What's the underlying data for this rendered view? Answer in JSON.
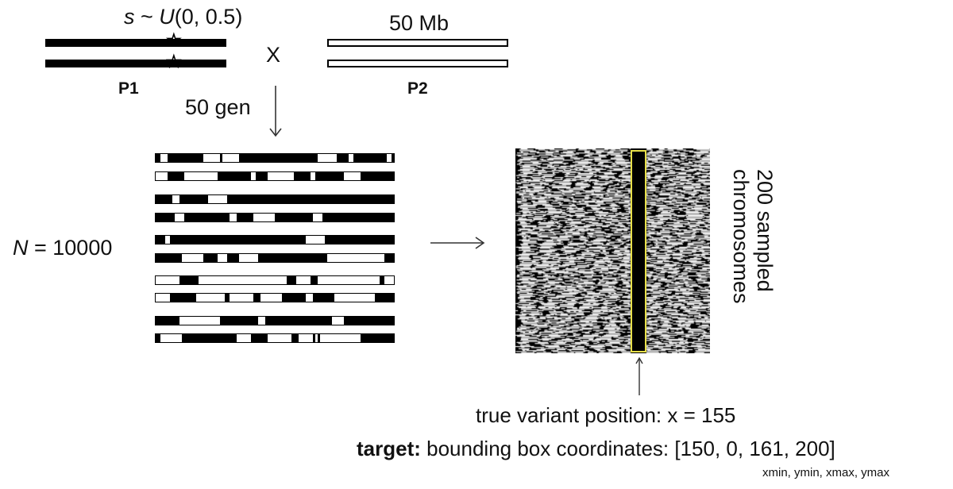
{
  "parents": {
    "selection_formula_s": "s",
    "selection_formula_rest": " ~ ",
    "selection_formula_U": "U",
    "selection_formula_args": "(0, 0.5)",
    "cross_symbol": "X",
    "length_label": "50 Mb",
    "p1_label": "P1",
    "p2_label": "P2",
    "p1_marker_icon": "star-icon",
    "p1_marker_glyph": "☆"
  },
  "process": {
    "generations_label": "50 gen",
    "population_label_N": "N",
    "population_label_value": " = 10000"
  },
  "recombinant_chromosomes": [
    [
      [
        0.02,
        0.05
      ],
      [
        0.2,
        0.27
      ],
      [
        0.28,
        0.35
      ],
      [
        0.68,
        0.76
      ],
      [
        0.81,
        0.83
      ],
      [
        0.97,
        0.99
      ]
    ],
    [
      [
        0.0,
        0.05
      ],
      [
        0.12,
        0.26
      ],
      [
        0.4,
        0.42
      ],
      [
        0.47,
        0.58
      ],
      [
        0.65,
        0.67
      ],
      [
        0.79,
        0.86
      ]
    ],
    [
      [
        0.07,
        0.1
      ],
      [
        0.22,
        0.3
      ]
    ],
    [
      [
        0.08,
        0.12
      ],
      [
        0.31,
        0.34
      ],
      [
        0.41,
        0.5
      ],
      [
        0.66,
        0.7
      ]
    ],
    [
      [
        0.04,
        0.06
      ],
      [
        0.63,
        0.71
      ]
    ],
    [
      [
        0.11,
        0.2
      ],
      [
        0.26,
        0.3
      ],
      [
        0.35,
        0.43
      ],
      [
        0.72,
        0.96
      ]
    ],
    [
      [
        0.0,
        0.1
      ],
      [
        0.18,
        0.55
      ],
      [
        0.59,
        0.65
      ],
      [
        0.68,
        0.94
      ],
      [
        0.96,
        1.0
      ]
    ],
    [
      [
        0.0,
        0.06
      ],
      [
        0.17,
        0.29
      ],
      [
        0.31,
        0.41
      ],
      [
        0.44,
        0.53
      ],
      [
        0.63,
        0.66
      ],
      [
        0.75,
        0.92
      ]
    ],
    [
      [
        0.1,
        0.27
      ],
      [
        0.43,
        0.46
      ],
      [
        0.74,
        0.79
      ]
    ],
    [
      [
        0.02,
        0.11
      ],
      [
        0.34,
        0.4
      ],
      [
        0.47,
        0.57
      ],
      [
        0.6,
        0.66
      ],
      [
        0.67,
        0.68
      ],
      [
        0.69,
        0.86
      ]
    ]
  ],
  "heatmap": {
    "row_count_label": "200 sampled",
    "row_count_label2": "chromosomes",
    "highlight_color": "#e8e04a",
    "annotation_label": "true variant position: x = 155",
    "target_label_bold": "target:",
    "target_label_rest": " bounding box coordinates: [150, 0, 161, 200]",
    "target_caption": "xmin, ymin, xmax, ymax"
  }
}
